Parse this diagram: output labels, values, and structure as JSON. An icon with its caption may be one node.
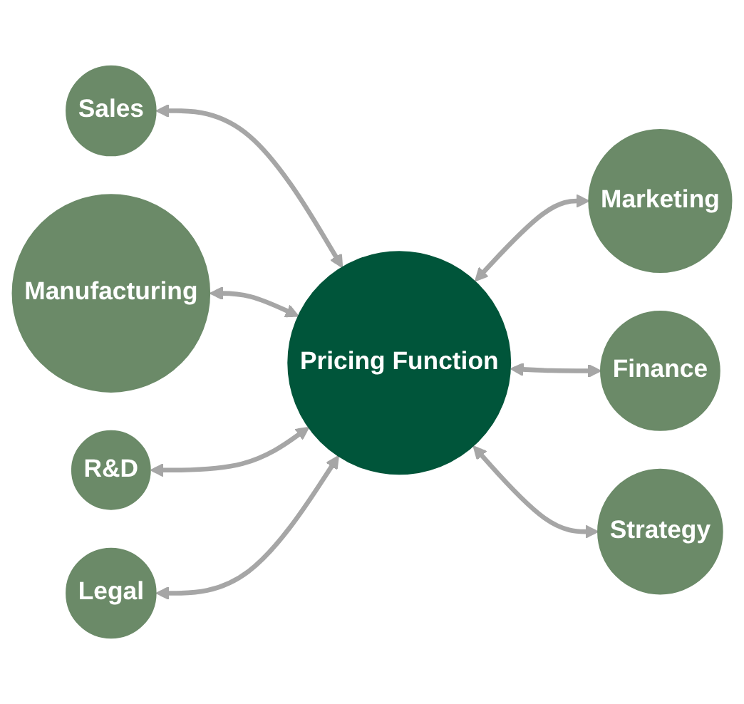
{
  "diagram": {
    "nodes": [
      {
        "text": [
          "Sales"
        ]
      },
      {
        "text": [
          "Manufacturing"
        ]
      },
      {
        "text": [
          "Marketing"
        ]
      },
      {
        "text": [
          "Pricing Function"
        ]
      },
      {
        "text": [
          "R&D"
        ]
      },
      {
        "text": [
          "Finance"
        ]
      },
      {
        "text": [
          "Legal"
        ]
      },
      {
        "text": [
          "Strategy"
        ]
      }
    ],
    "edges": [
      {
        "from": 0,
        "to": 3,
        "arrow": "both"
      },
      {
        "from": 1,
        "to": 3,
        "arrow": "both"
      },
      {
        "from": 3,
        "to": 2,
        "arrow": "both"
      },
      {
        "from": 4,
        "to": 3,
        "arrow": "both"
      },
      {
        "from": 3,
        "to": 5,
        "arrow": "both"
      },
      {
        "from": 6,
        "to": 3,
        "arrow": "both"
      },
      {
        "from": 3,
        "to": 7,
        "arrow": "both"
      }
    ]
  }
}
